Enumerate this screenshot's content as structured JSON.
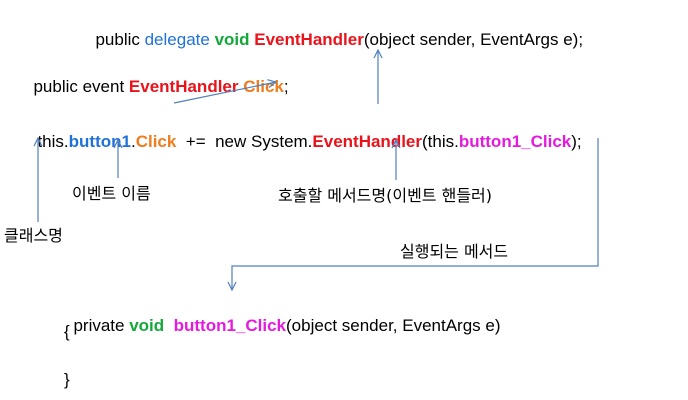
{
  "code": {
    "line1": {
      "t1": "public ",
      "t2": "delegate",
      "t3": " ",
      "t4": "void",
      "t5": " ",
      "t6": "EventHandler",
      "t7": "(object sender, EventArgs e);"
    },
    "line2": {
      "t1": "public event ",
      "t2": "EventHandler",
      "t3": " ",
      "t4": "Click",
      "t5": ";"
    },
    "line3": {
      "t1": "this.",
      "t2": "button1",
      "t3": ".",
      "t4": "Click",
      "t5": "  +=  new System.",
      "t6": "EventHandler",
      "t7": "(this.",
      "t8": "button1_Click",
      "t9": ");"
    },
    "line4": {
      "t1": "private ",
      "t2": "void",
      "t3": "  ",
      "t4": "button1_Click",
      "t5": "(object sender, EventArgs e)"
    },
    "brace_open": "{",
    "brace_close": "}"
  },
  "labels": {
    "event_name": "이벤트 이름",
    "handler_name": "호출할 메서드명(이벤트 핸들러)",
    "class_name": "클래스명",
    "executed_method": "실행되는 메서드"
  },
  "colors": {
    "keyword_blue": "#1f72d8",
    "keyword_green": "#14a83b",
    "keyword_red": "#e8131b",
    "keyword_orange": "#f07c1d",
    "keyword_pink": "#e61adf",
    "arrow": "#4f7fbf"
  }
}
